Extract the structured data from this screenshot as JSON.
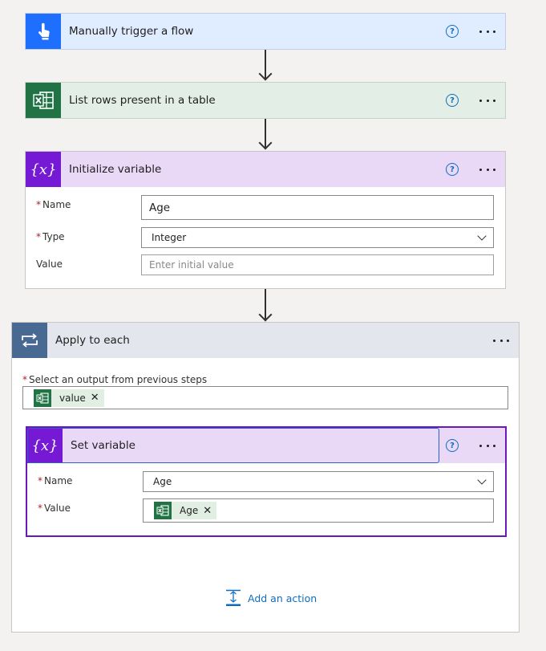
{
  "steps": {
    "trigger": {
      "title": "Manually trigger a flow",
      "help": "?"
    },
    "list_rows": {
      "title": "List rows present in a table",
      "help": "?"
    },
    "init_var": {
      "title": "Initialize variable",
      "help": "?",
      "name_label": "Name",
      "name_value": "Age",
      "type_label": "Type",
      "type_value": "Integer",
      "value_label": "Value",
      "value_placeholder": "Enter initial value"
    },
    "apply_each": {
      "title": "Apply to each",
      "select_label": "Select an output from previous steps",
      "select_token": "value"
    },
    "set_var": {
      "title": "Set variable",
      "help": "?",
      "name_label": "Name",
      "name_value": "Age",
      "value_label": "Value",
      "value_token": "Age"
    }
  },
  "required_marker": "*",
  "add_action_label": "Add an action",
  "colors": {
    "trigger_blue": "#1f6fff",
    "trigger_header": "#e0ecff",
    "excel_green": "#217346",
    "excel_header": "#e3eee6",
    "variable_purple": "#7619d4",
    "variable_header": "#e9d9f7",
    "loop_slate": "#486991",
    "loop_header": "#e3e6ec",
    "link_blue": "#0f6cbd"
  }
}
